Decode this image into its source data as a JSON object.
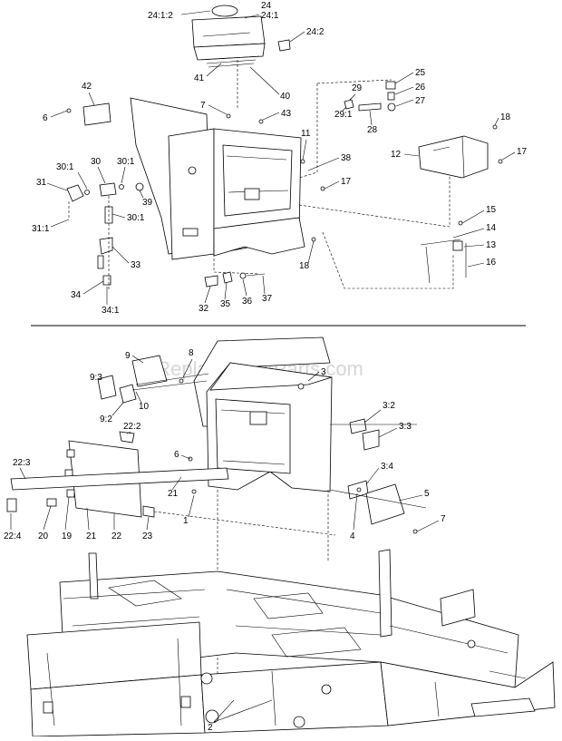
{
  "watermark": "eReplacementParts.com",
  "callouts_top": {
    "c24_1_2": "24:1:2",
    "c24": "24",
    "c24_1": "24:1",
    "c24_2": "24:2",
    "c41": "41",
    "c40": "40",
    "c42": "42",
    "c6": "6",
    "c7": "7",
    "c43": "43",
    "c25": "25",
    "c26": "26",
    "c27": "27",
    "c29": "29",
    "c29_1": "29:1",
    "c28": "28",
    "c18a": "18",
    "c17a": "17",
    "c12": "12",
    "c11": "11",
    "c38": "38",
    "c17b": "17",
    "c30_1a": "30:1",
    "c30": "30",
    "c30_1b": "30:1",
    "c31": "31",
    "c39": "39",
    "c30_1c": "30:1",
    "c31_1": "31:1",
    "c33": "33",
    "c34": "34",
    "c34_1": "34:1",
    "c32": "32",
    "c35": "35",
    "c36": "36",
    "c37": "37",
    "c18b": "18",
    "c15": "15",
    "c14": "14",
    "c13": "13",
    "c16": "16"
  },
  "callouts_bottom": {
    "c9": "9",
    "c8": "8",
    "c9_3": "9:3",
    "c10": "10",
    "c9_2": "9:2",
    "c3": "3",
    "c22_2": "22:2",
    "c3_2": "3:2",
    "c3_3": "3:3",
    "c22_3": "22:3",
    "c6": "6",
    "c3_4": "3:4",
    "c21a": "21",
    "c5": "5",
    "c1": "1",
    "c22_4": "22:4",
    "c20": "20",
    "c19": "19",
    "c21b": "21",
    "c22": "22",
    "c23": "23",
    "c4": "4",
    "c7": "7",
    "c2": "2"
  }
}
